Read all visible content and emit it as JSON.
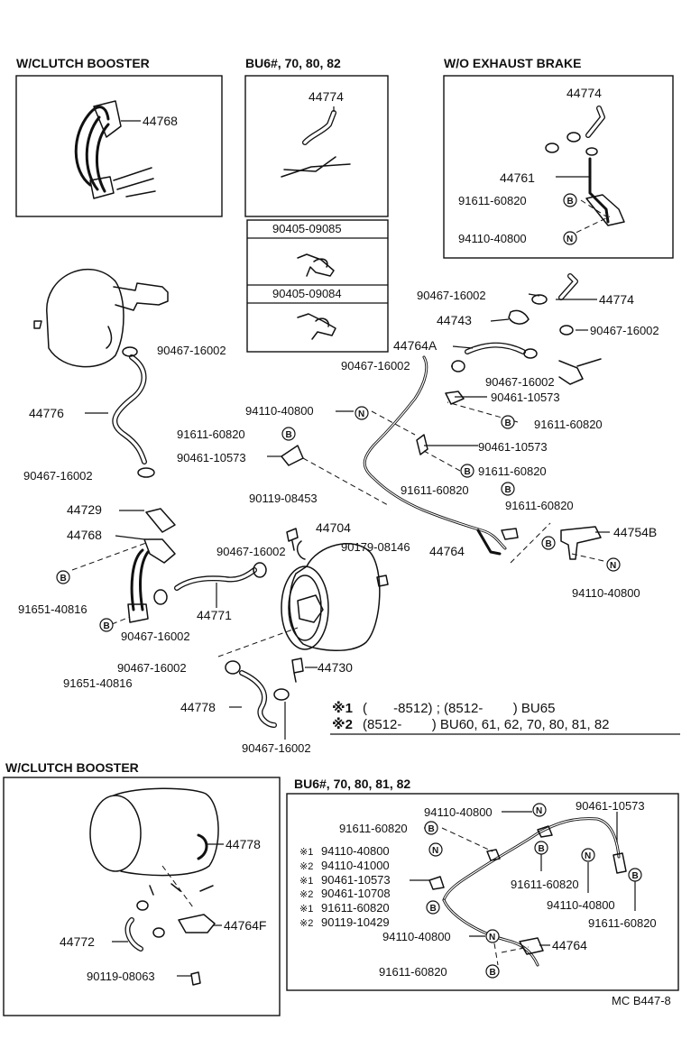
{
  "diagram": {
    "sections": [
      {
        "id": "tl",
        "title": "W/CLUTCH BOOSTER"
      },
      {
        "id": "tm",
        "title": "BU6#, 70, 80, 82"
      },
      {
        "id": "tr",
        "title": "W/O EXHAUST BRAKE"
      },
      {
        "id": "bl",
        "title": "W/CLUTCH BOOSTER"
      },
      {
        "id": "br",
        "title": "BU6#, 70, 80, 81, 82"
      }
    ],
    "labels": [
      {
        "id": "l1",
        "text": "44768"
      },
      {
        "id": "l2",
        "text": "44774"
      },
      {
        "id": "l3",
        "text": "44774"
      },
      {
        "id": "l4",
        "text": "44761"
      },
      {
        "id": "l5",
        "text": "91611-60820"
      },
      {
        "id": "l6",
        "text": "94110-40800"
      },
      {
        "id": "l7",
        "text": "90405-09085"
      },
      {
        "id": "l8",
        "text": "90405-09084"
      },
      {
        "id": "l9",
        "text": "90467-16002"
      },
      {
        "id": "l10",
        "text": "90467-16002"
      },
      {
        "id": "l11",
        "text": "44774"
      },
      {
        "id": "l12",
        "text": "44743"
      },
      {
        "id": "l13",
        "text": "90467-16002"
      },
      {
        "id": "l14",
        "text": "44764A"
      },
      {
        "id": "l15",
        "text": "90467-16002"
      },
      {
        "id": "l16",
        "text": "90467-16002"
      },
      {
        "id": "l17",
        "text": "90461-10573"
      },
      {
        "id": "l18",
        "text": "94110-40800"
      },
      {
        "id": "l19",
        "text": "91611-60820"
      },
      {
        "id": "l20",
        "text": "44776"
      },
      {
        "id": "l21",
        "text": "91611-60820"
      },
      {
        "id": "l22",
        "text": "90461-10573"
      },
      {
        "id": "l23",
        "text": "90461-10573"
      },
      {
        "id": "l24",
        "text": "91611-60820"
      },
      {
        "id": "l25",
        "text": "90467-16002"
      },
      {
        "id": "l26",
        "text": "91611-60820"
      },
      {
        "id": "l27",
        "text": "90119-08453"
      },
      {
        "id": "l28",
        "text": "91611-60820"
      },
      {
        "id": "l29",
        "text": "44729"
      },
      {
        "id": "l30",
        "text": "44704"
      },
      {
        "id": "l31",
        "text": "44754B"
      },
      {
        "id": "l32",
        "text": "44768"
      },
      {
        "id": "l33",
        "text": "90467-16002"
      },
      {
        "id": "l34",
        "text": "90179-08146"
      },
      {
        "id": "l35",
        "text": "44764"
      },
      {
        "id": "l36",
        "text": "94110-40800"
      },
      {
        "id": "l37",
        "text": "91651-40816"
      },
      {
        "id": "l38",
        "text": "44771"
      },
      {
        "id": "l39",
        "text": "90467-16002"
      },
      {
        "id": "l40",
        "text": "90467-16002"
      },
      {
        "id": "l41",
        "text": "44730"
      },
      {
        "id": "l42",
        "text": "91651-40816"
      },
      {
        "id": "l43",
        "text": "44778"
      },
      {
        "id": "l44",
        "text": "90467-16002"
      },
      {
        "id": "l45",
        "text": "44778"
      },
      {
        "id": "l46",
        "text": "44772"
      },
      {
        "id": "l47",
        "text": "44764F"
      },
      {
        "id": "l48",
        "text": "90119-08063"
      },
      {
        "id": "l49",
        "text": "94110-40800"
      },
      {
        "id": "l50",
        "text": "90461-10573"
      },
      {
        "id": "l51",
        "text": "91611-60820"
      },
      {
        "id": "l52",
        "text": "94110-40800"
      },
      {
        "id": "l53",
        "text": "94110-41000"
      },
      {
        "id": "l54",
        "text": "90461-10573"
      },
      {
        "id": "l55",
        "text": "90461-10708"
      },
      {
        "id": "l56",
        "text": "91611-60820"
      },
      {
        "id": "l57",
        "text": "90119-10429"
      },
      {
        "id": "l58",
        "text": "91611-60820"
      },
      {
        "id": "l59",
        "text": "94110-40800"
      },
      {
        "id": "l60",
        "text": "91611-60820"
      },
      {
        "id": "l61",
        "text": "94110-40800"
      },
      {
        "id": "l62",
        "text": "44764"
      },
      {
        "id": "l63",
        "text": "91611-60820"
      },
      {
        "id": "l64",
        "text": "MC B447-8"
      }
    ],
    "marks": [
      {
        "id": "m1",
        "text": "※1"
      },
      {
        "id": "m2",
        "text": "※2"
      },
      {
        "id": "m3",
        "text": "※1"
      },
      {
        "id": "m4",
        "text": "※2"
      },
      {
        "id": "m5",
        "text": "※1"
      },
      {
        "id": "m6",
        "text": "※2"
      }
    ],
    "notes": {
      "n1_mark": "※1",
      "n1_text": "(       -8512) ; (8512-        ) BU65",
      "n2_mark": "※2",
      "n2_text": "(8512-        ) BU60, 61, 62, 70, 80, 81, 82"
    },
    "symbols": {
      "bolt": "B",
      "nut": "N"
    }
  }
}
